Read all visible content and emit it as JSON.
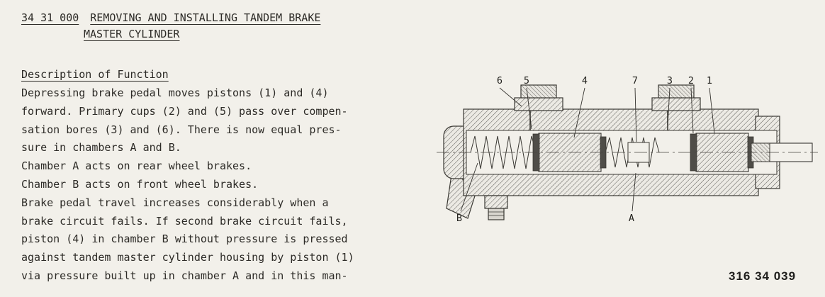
{
  "doc": {
    "section_number": "34 31 000",
    "title_line1": "REMOVING AND INSTALLING TANDEM BRAKE",
    "title_line2": "MASTER CYLINDER",
    "heading": "Description of Function",
    "body_lines": [
      "Depressing brake pedal moves pistons (1) and (4)",
      "forward. Primary cups (2) and (5) pass over compen-",
      "sation bores (3) and (6). There is now equal pres-",
      "sure in chambers A and B.",
      "Chamber A acts on rear wheel brakes.",
      "Chamber B acts on front wheel brakes.",
      "Brake pedal travel increases considerably when a",
      "brake circuit fails. If second brake circuit fails,",
      "piston (4) in chamber B without pressure is pressed",
      "against tandem master cylinder housing by piston (1)",
      "via pressure built up in chamber A and in this man-"
    ]
  },
  "figure": {
    "callouts_top": [
      "6",
      "5",
      "4",
      "7",
      "3",
      "2",
      "1"
    ],
    "callouts_bottom": [
      "B",
      "A"
    ],
    "figure_number": "316 34 039"
  },
  "colors": {
    "paper": "#f2f0ea",
    "ink": "#2d2b27"
  }
}
